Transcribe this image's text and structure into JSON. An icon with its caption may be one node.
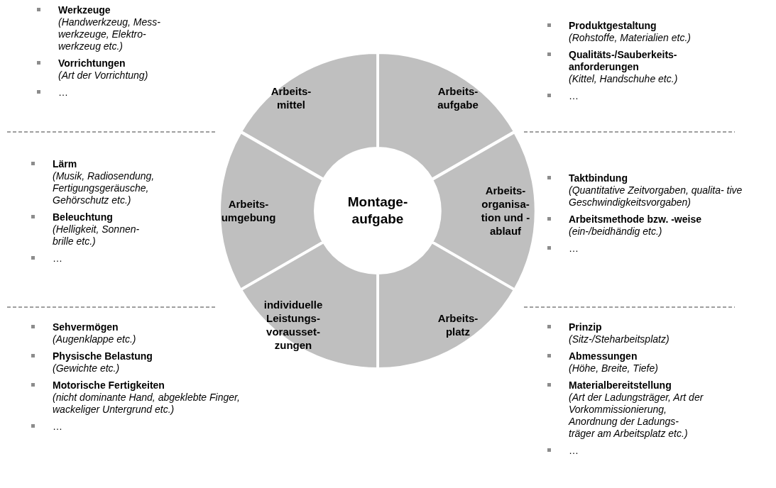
{
  "diagram": {
    "nodes": [
      {
        "text": [
          "Arbeits- mittel"
        ]
      },
      {
        "text": [
          "Arbeits- aufgabe"
        ]
      },
      {
        "text": [
          "Arbeits- umgebung"
        ]
      },
      {
        "text": [
          "Montage- aufgabe"
        ]
      },
      {
        "text": [
          "Arbeits- organisa- tion und -ablauf"
        ]
      },
      {
        "text": [
          "individuelle Leistungs- vorausset- zungen"
        ]
      },
      {
        "text": [
          "Arbeits- platz"
        ]
      }
    ],
    "edges": [],
    "labels": [
      "Werkzeuge",
      "(Handwerkzeug, Mess- werkzeuge, Elektro- werkzeug etc.)",
      "Vorrichtungen",
      "(Art der Vorrichtung)",
      "…",
      "Produktgestaltung",
      "(Rohstoffe, Materialien etc.)",
      "Qualitäts-/Sauberkeits- anforderungen",
      "(Kittel, Handschuhe etc.)",
      "…",
      "Lärm",
      "(Musik, Radiosendung, Fertigungsgeräusche, Gehörschutz etc.)",
      "Beleuchtung",
      "(Helligkeit, Sonnen- brille etc.)",
      "…",
      "Taktbindung",
      "(Quantitative Zeitvorgaben, qualita- tive Geschwindigkeitsvorgaben)",
      "Arbeitsmethode bzw. -weise",
      "(ein-/beidhändig etc.)",
      "…",
      "Sehvermögen",
      "(Augenklappe etc.)",
      "Physische Belastung",
      "(Gewichte etc.)",
      "Motorische Fertigkeiten",
      "(nicht dominante Hand, abgeklebte Finger, wackeliger Untergrund etc.)",
      "…",
      "Prinzip",
      "(Sitz-/Steharbeitsplatz)",
      "Abmessungen",
      "(Höhe, Breite, Tiefe)",
      "Materialbereitstellung",
      "(Art der Ladungsträger, Art der Vorkommissionierung, Anordnung der Ladungs- träger am Arbeitsplatz etc.)",
      "…"
    ]
  }
}
